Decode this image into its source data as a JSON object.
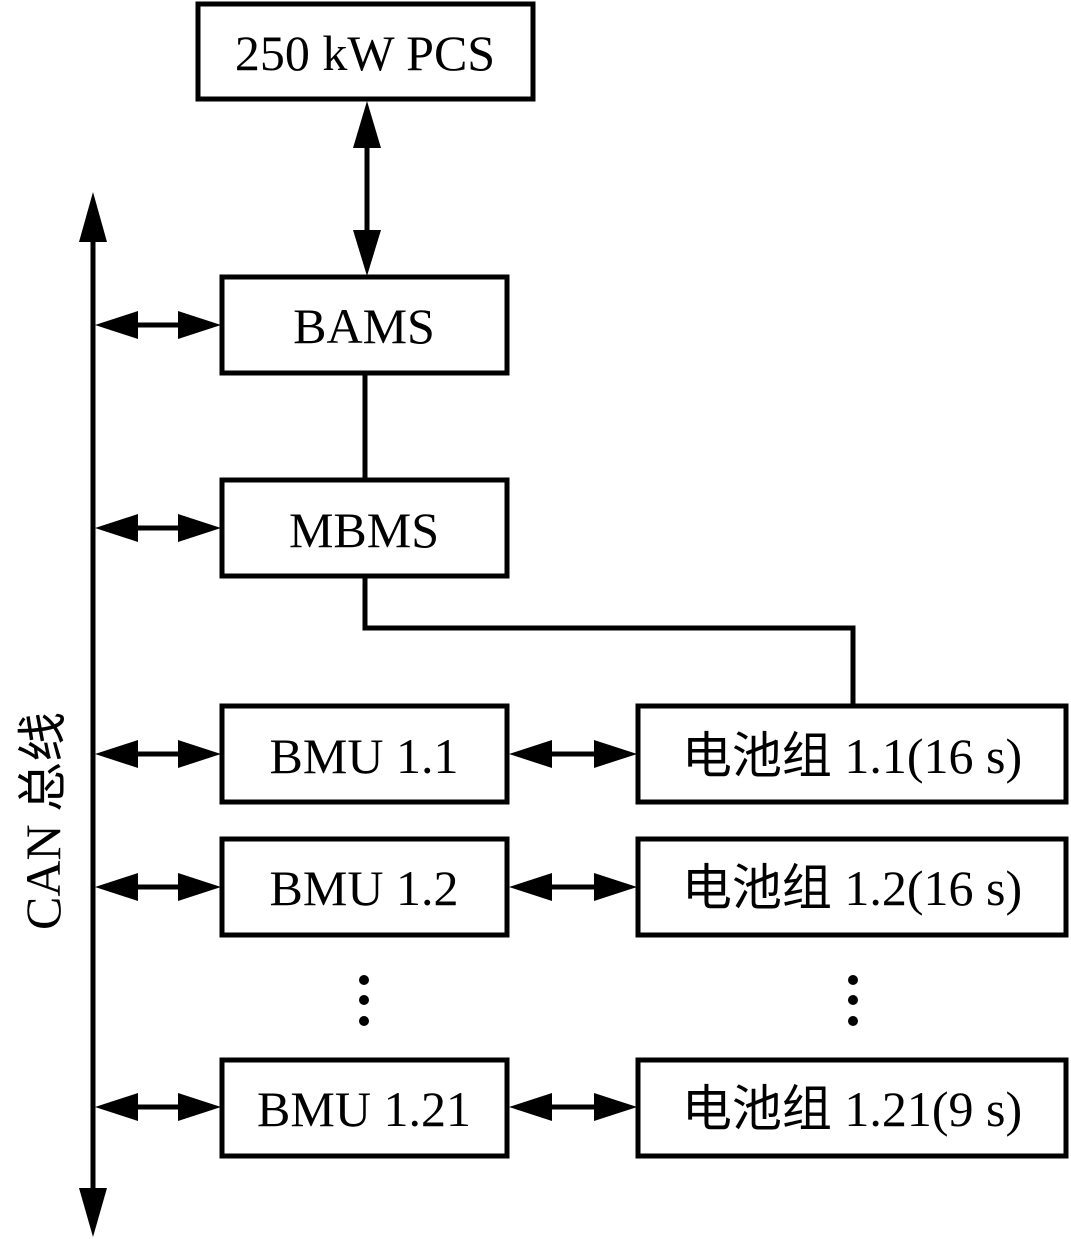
{
  "diagram": {
    "bus_label": "CAN 总线",
    "pcs": {
      "label": "250 kW PCS"
    },
    "bams": {
      "label": "BAMS"
    },
    "mbms": {
      "label": "MBMS"
    },
    "bmus": [
      {
        "label": "BMU 1.1"
      },
      {
        "label": "BMU 1.2"
      },
      {
        "label": "BMU 1.21"
      }
    ],
    "battery_packs": [
      {
        "label": "电池组 1.1(16 s)"
      },
      {
        "label": "电池组 1.2(16 s)"
      },
      {
        "label": "电池组 1.21(9 s)"
      }
    ],
    "ellipsis": "⋮",
    "colors": {
      "stroke": "#000000",
      "background": "#ffffff"
    }
  }
}
